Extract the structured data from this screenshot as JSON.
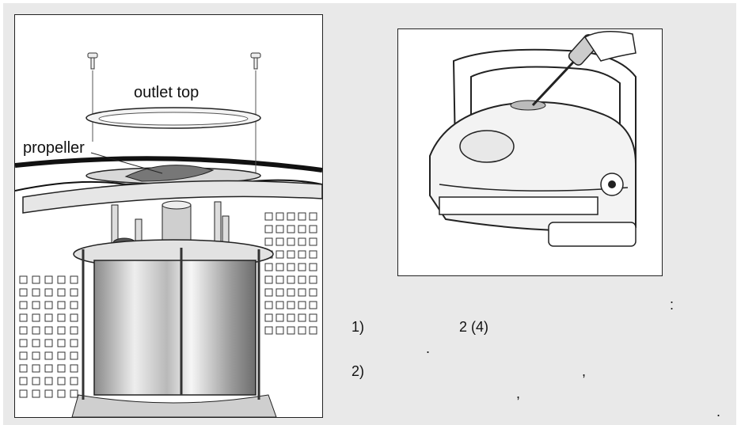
{
  "figure_left": {
    "label_outlet_top": "outlet top",
    "label_propeller": "propeller"
  },
  "instructions": {
    "colon": ":",
    "step1_number": "1)",
    "step1_value": "2 (4)",
    "step1_period": ".",
    "step2_number": "2)",
    "step2_comma_a": ",",
    "step2_comma_b": ",",
    "final_period": "."
  }
}
